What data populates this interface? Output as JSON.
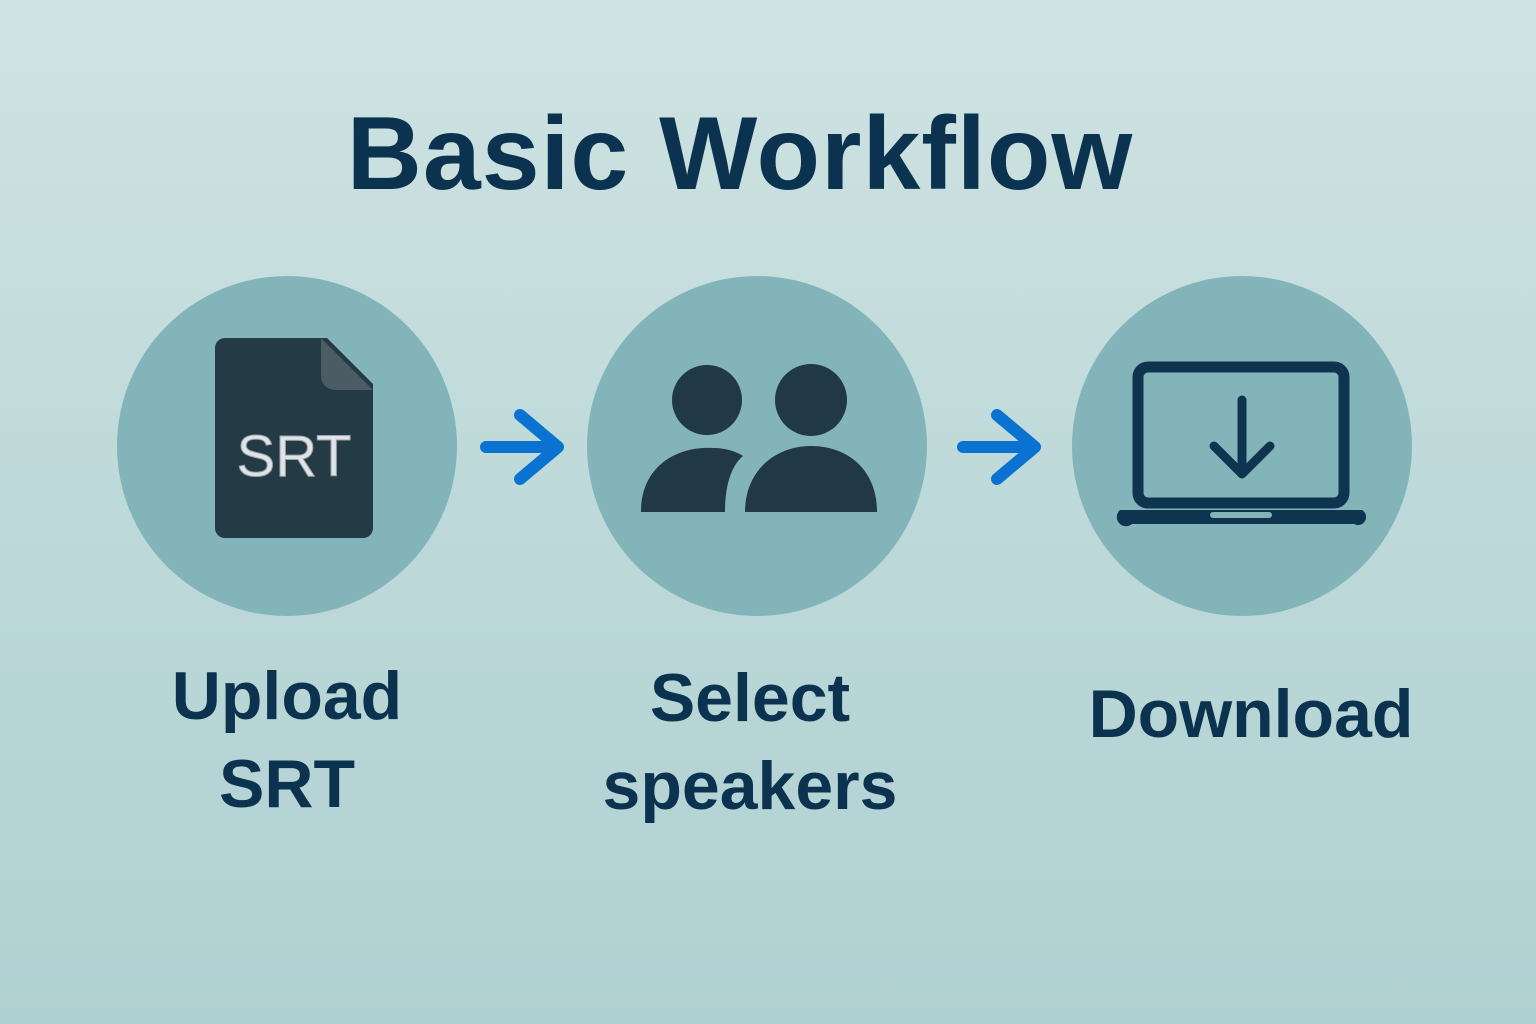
{
  "title": "Basic Workflow",
  "steps": [
    {
      "icon": "srt-file-icon",
      "icon_text": "SRT",
      "label_line1": "Upload",
      "label_line2": "SRT"
    },
    {
      "icon": "speakers-icon",
      "label_line1": "Select",
      "label_line2": "speakers"
    },
    {
      "icon": "laptop-download-icon",
      "label_line1": "Download"
    }
  ],
  "colors": {
    "title": "#0b3350",
    "circle": "#82b4b9",
    "arrow": "#0a72d1",
    "icon": "#213845"
  }
}
